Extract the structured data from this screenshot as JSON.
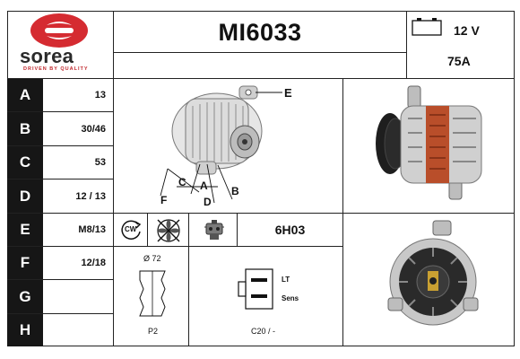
{
  "brand": {
    "name": "sorea",
    "tagline": "DRIVEN BY QUALITY",
    "color": "#d52b31"
  },
  "part_number": "MI6033",
  "specs": {
    "voltage": "12 V",
    "amperage": "75A"
  },
  "rows": [
    {
      "letter": "A",
      "value": "13"
    },
    {
      "letter": "B",
      "value": "30/46"
    },
    {
      "letter": "C",
      "value": "53"
    },
    {
      "letter": "D",
      "value": "12 / 13"
    },
    {
      "letter": "E",
      "value": "M8/13"
    },
    {
      "letter": "F",
      "value": "12/18"
    },
    {
      "letter": "G",
      "value": ""
    },
    {
      "letter": "H",
      "value": ""
    }
  ],
  "diagram_labels": {
    "e": "E",
    "c": "C",
    "a": "A",
    "b": "B",
    "f": "F",
    "d": "D"
  },
  "rotation": "CW",
  "regulator_code": "6H03",
  "pulley": {
    "diameter": "Ø 72",
    "type": "P2"
  },
  "connector": {
    "terminal_1": "LT",
    "terminal_2": "Sens",
    "code": "C20 / -"
  },
  "icons": [
    "battery-icon",
    "clockwise-rotation-icon",
    "no-fan-icon",
    "regulator-icon"
  ]
}
